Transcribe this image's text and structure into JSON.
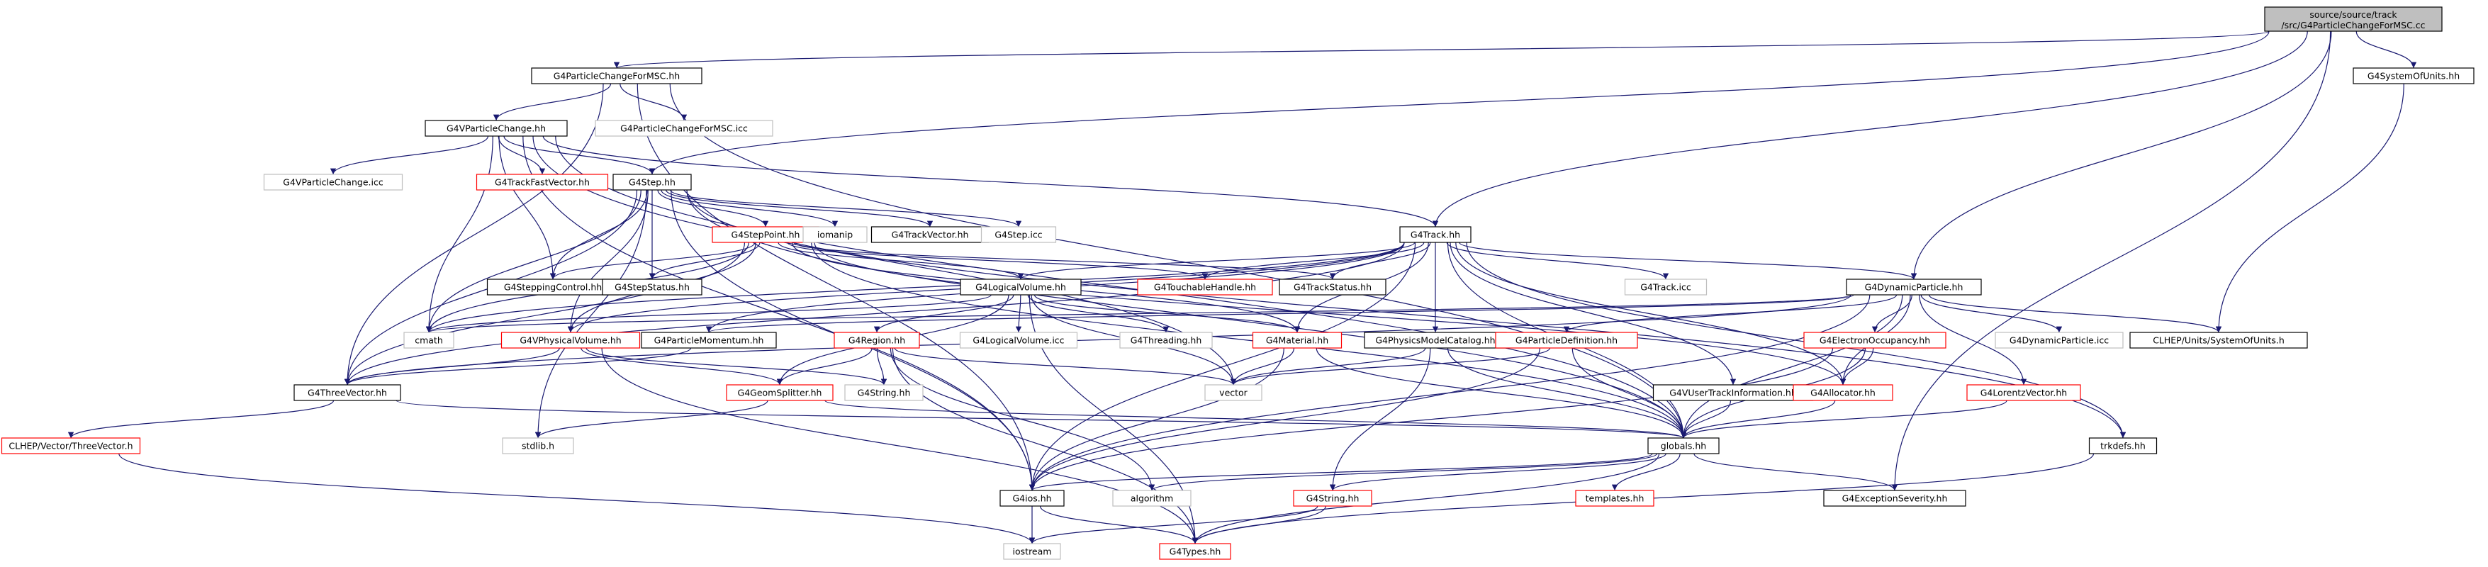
{
  "graph": {
    "colors": {
      "edge": "#191970",
      "edge_secondary": "#63b8ff",
      "node_border_normal": "#000000",
      "node_border_missing": "#bfbfbf",
      "node_border_truncated": "#ff0000",
      "root_fill": "#bfbfbf",
      "node_fill": "#ffffff",
      "text": "#000000"
    },
    "nodes": [
      {
        "id": "root",
        "label_lines": [
          "source/source/track",
          "/src/G4ParticleChangeForMSC.cc"
        ],
        "style": "root"
      },
      {
        "id": "pcmsc",
        "label": "G4ParticleChangeForMSC.hh",
        "style": "normal"
      },
      {
        "id": "pcmsc_icc",
        "label": "G4ParticleChangeForMSC.icc",
        "style": "missing"
      },
      {
        "id": "vpc",
        "label": "G4VParticleChange.hh",
        "style": "normal"
      },
      {
        "id": "vpc_icc",
        "label": "G4VParticleChange.icc",
        "style": "missing"
      },
      {
        "id": "tfv",
        "label": "G4TrackFastVector.hh",
        "style": "truncated"
      },
      {
        "id": "step",
        "label": "G4Step.hh",
        "style": "normal"
      },
      {
        "id": "steppoint",
        "label": "G4StepPoint.hh",
        "style": "truncated"
      },
      {
        "id": "iomanip",
        "label": "iomanip",
        "style": "missing"
      },
      {
        "id": "trackvector",
        "label": "G4TrackVector.hh",
        "style": "normal"
      },
      {
        "id": "step_icc",
        "label": "G4Step.icc",
        "style": "missing"
      },
      {
        "id": "stepping",
        "label": "G4SteppingControl.hh",
        "style": "normal"
      },
      {
        "id": "stepstatus",
        "label": "G4StepStatus.hh",
        "style": "normal"
      },
      {
        "id": "logvol",
        "label": "G4LogicalVolume.hh",
        "style": "normal"
      },
      {
        "id": "touchable",
        "label": "G4TouchableHandle.hh",
        "style": "truncated"
      },
      {
        "id": "track",
        "label": "G4Track.hh",
        "style": "normal"
      },
      {
        "id": "trackstatus",
        "label": "G4TrackStatus.hh",
        "style": "normal"
      },
      {
        "id": "track_icc",
        "label": "G4Track.icc",
        "style": "missing"
      },
      {
        "id": "dynpart",
        "label": "G4DynamicParticle.hh",
        "style": "normal"
      },
      {
        "id": "cmath",
        "label": "cmath",
        "style": "missing"
      },
      {
        "id": "vphys",
        "label": "G4VPhysicalVolume.hh",
        "style": "truncated"
      },
      {
        "id": "partmom",
        "label": "G4ParticleMomentum.hh",
        "style": "normal"
      },
      {
        "id": "region",
        "label": "G4Region.hh",
        "style": "truncated"
      },
      {
        "id": "logvol_icc",
        "label": "G4LogicalVolume.icc",
        "style": "missing"
      },
      {
        "id": "threading",
        "label": "G4Threading.hh",
        "style": "missing"
      },
      {
        "id": "material",
        "label": "G4Material.hh",
        "style": "truncated"
      },
      {
        "id": "physmodel",
        "label": "G4PhysicsModelCatalog.hh",
        "style": "normal"
      },
      {
        "id": "partdef",
        "label": "G4ParticleDefinition.hh",
        "style": "truncated"
      },
      {
        "id": "vuser",
        "label": "G4VUserTrackInformation.hh",
        "style": "normal"
      },
      {
        "id": "elocc",
        "label": "G4ElectronOccupancy.hh",
        "style": "truncated"
      },
      {
        "id": "dynpart_icc",
        "label": "G4DynamicParticle.icc",
        "style": "missing"
      },
      {
        "id": "clhep_units",
        "label": "CLHEP/Units/SystemOfUnits.h",
        "style": "normal"
      },
      {
        "id": "sysunits",
        "label": "G4SystemOfUnits.hh",
        "style": "normal"
      },
      {
        "id": "threevec",
        "label": "G4ThreeVector.hh",
        "style": "normal"
      },
      {
        "id": "geomsplit",
        "label": "G4GeomSplitter.hh",
        "style": "truncated"
      },
      {
        "id": "g4string",
        "label": "G4String.hh",
        "style": "missing"
      },
      {
        "id": "vector",
        "label": "vector",
        "style": "missing"
      },
      {
        "id": "allocator",
        "label": "G4Allocator.hh",
        "style": "truncated"
      },
      {
        "id": "lorentz",
        "label": "G4LorentzVector.hh",
        "style": "truncated"
      },
      {
        "id": "clhep_three",
        "label": "CLHEP/Vector/ThreeVector.h",
        "style": "truncated"
      },
      {
        "id": "stdlib",
        "label": "stdlib.h",
        "style": "missing"
      },
      {
        "id": "globals",
        "label": "globals.hh",
        "style": "normal"
      },
      {
        "id": "trkdefs",
        "label": "trkdefs.hh",
        "style": "normal"
      },
      {
        "id": "algorithm",
        "label": "algorithm",
        "style": "missing"
      },
      {
        "id": "g4ios",
        "label": "G4ios.hh",
        "style": "normal"
      },
      {
        "id": "templates",
        "label": "templates.hh",
        "style": "truncated"
      },
      {
        "id": "g4string_tr",
        "label": "G4String.hh",
        "style": "truncated"
      },
      {
        "id": "exception",
        "label": "G4ExceptionSeverity.hh",
        "style": "normal"
      },
      {
        "id": "iostream",
        "label": "iostream",
        "style": "missing"
      },
      {
        "id": "g4types",
        "label": "G4Types.hh",
        "style": "truncated"
      }
    ],
    "edges": [
      [
        "root",
        "pcmsc"
      ],
      [
        "root",
        "sysunits"
      ],
      [
        "root",
        "step"
      ],
      [
        "root",
        "track"
      ],
      [
        "root",
        "dynpart"
      ],
      [
        "root",
        "exception"
      ],
      [
        "pcmsc",
        "vpc"
      ],
      [
        "pcmsc",
        "pcmsc_icc"
      ],
      [
        "pcmsc",
        "threevec"
      ],
      [
        "pcmsc",
        "g4ios"
      ],
      [
        "pcmsc",
        "globals"
      ],
      [
        "vpc",
        "vpc_icc"
      ],
      [
        "vpc",
        "tfv"
      ],
      [
        "vpc",
        "step"
      ],
      [
        "vpc",
        "track"
      ],
      [
        "vpc",
        "stepping"
      ],
      [
        "vpc",
        "cmath"
      ],
      [
        "vpc",
        "globals"
      ],
      [
        "vpc",
        "g4ios"
      ],
      [
        "vpc",
        "vector"
      ],
      [
        "step",
        "steppoint"
      ],
      [
        "step",
        "iomanip"
      ],
      [
        "step",
        "trackvector"
      ],
      [
        "step",
        "step_icc"
      ],
      [
        "step",
        "stepstatus"
      ],
      [
        "step",
        "stepping"
      ],
      [
        "step",
        "cmath"
      ],
      [
        "step",
        "threevec"
      ],
      [
        "step",
        "vphys"
      ],
      [
        "step",
        "stdlib"
      ],
      [
        "step",
        "g4ios"
      ],
      [
        "step",
        "trkdefs"
      ],
      [
        "step",
        "globals"
      ],
      [
        "steppoint",
        "stepstatus"
      ],
      [
        "steppoint",
        "stepping"
      ],
      [
        "steppoint",
        "touchable"
      ],
      [
        "steppoint",
        "trackstatus"
      ],
      [
        "steppoint",
        "logvol"
      ],
      [
        "steppoint",
        "vphys"
      ],
      [
        "steppoint",
        "cmath"
      ],
      [
        "steppoint",
        "threevec"
      ],
      [
        "steppoint",
        "material"
      ],
      [
        "steppoint",
        "allocator"
      ],
      [
        "steppoint",
        "globals"
      ],
      [
        "track",
        "trackstatus"
      ],
      [
        "track",
        "touchable"
      ],
      [
        "track",
        "track_icc"
      ],
      [
        "track",
        "dynpart"
      ],
      [
        "track",
        "physmodel"
      ],
      [
        "track",
        "vuser"
      ],
      [
        "track",
        "logvol"
      ],
      [
        "track",
        "material"
      ],
      [
        "track",
        "allocator"
      ],
      [
        "track",
        "cmath"
      ],
      [
        "track",
        "partmom"
      ],
      [
        "track",
        "vphys"
      ],
      [
        "track",
        "threevec"
      ],
      [
        "track",
        "g4ios"
      ],
      [
        "track",
        "globals"
      ],
      [
        "track",
        "trkdefs"
      ],
      [
        "logvol",
        "region"
      ],
      [
        "logvol",
        "logvol_icc"
      ],
      [
        "logvol",
        "threading"
      ],
      [
        "logvol",
        "material"
      ],
      [
        "logvol",
        "geomsplit"
      ],
      [
        "logvol",
        "vector"
      ],
      [
        "logvol",
        "cmath"
      ],
      [
        "logvol",
        "g4types"
      ],
      [
        "dynpart",
        "partdef"
      ],
      [
        "dynpart",
        "elocc"
      ],
      [
        "dynpart",
        "dynpart_icc"
      ],
      [
        "dynpart",
        "clhep_units"
      ],
      [
        "dynpart",
        "lorentz"
      ],
      [
        "dynpart",
        "allocator"
      ],
      [
        "dynpart",
        "partmom"
      ],
      [
        "dynpart",
        "threevec"
      ],
      [
        "dynpart",
        "cmath"
      ],
      [
        "dynpart",
        "globals"
      ],
      [
        "dynpart",
        "g4ios"
      ],
      [
        "vphys",
        "geomsplit"
      ],
      [
        "vphys",
        "g4string"
      ],
      [
        "vphys",
        "threevec"
      ],
      [
        "vphys",
        "g4types"
      ],
      [
        "partmom",
        "threevec"
      ],
      [
        "region",
        "geomsplit"
      ],
      [
        "region",
        "g4string"
      ],
      [
        "region",
        "vector"
      ],
      [
        "region",
        "algorithm"
      ],
      [
        "region",
        "g4types"
      ],
      [
        "material",
        "vector"
      ],
      [
        "material",
        "globals"
      ],
      [
        "material",
        "g4ios"
      ],
      [
        "physmodel",
        "vector"
      ],
      [
        "physmodel",
        "globals"
      ],
      [
        "physmodel",
        "g4string_tr"
      ],
      [
        "partdef",
        "globals"
      ],
      [
        "partdef",
        "vector"
      ],
      [
        "partdef",
        "g4ios"
      ],
      [
        "vuser",
        "globals"
      ],
      [
        "elocc",
        "allocator"
      ],
      [
        "elocc",
        "globals"
      ],
      [
        "elocc",
        "g4ios"
      ],
      [
        "lorentz",
        "globals"
      ],
      [
        "allocator",
        "globals"
      ],
      [
        "sysunits",
        "clhep_units"
      ],
      [
        "threevec",
        "clhep_three"
      ],
      [
        "threevec",
        "globals"
      ],
      [
        "geomsplit",
        "stdlib"
      ],
      [
        "geomsplit",
        "globals"
      ],
      [
        "clhep_three",
        "iostream"
      ],
      [
        "globals",
        "g4ios"
      ],
      [
        "globals",
        "templates"
      ],
      [
        "globals",
        "g4string_tr"
      ],
      [
        "globals",
        "exception"
      ],
      [
        "globals",
        "algorithm"
      ],
      [
        "globals",
        "g4types"
      ],
      [
        "trkdefs",
        "g4types"
      ],
      [
        "g4ios",
        "iostream"
      ],
      [
        "g4ios",
        "g4types"
      ],
      [
        "g4string_tr",
        "iostream"
      ],
      [
        "g4string_tr",
        "g4types"
      ]
    ]
  }
}
